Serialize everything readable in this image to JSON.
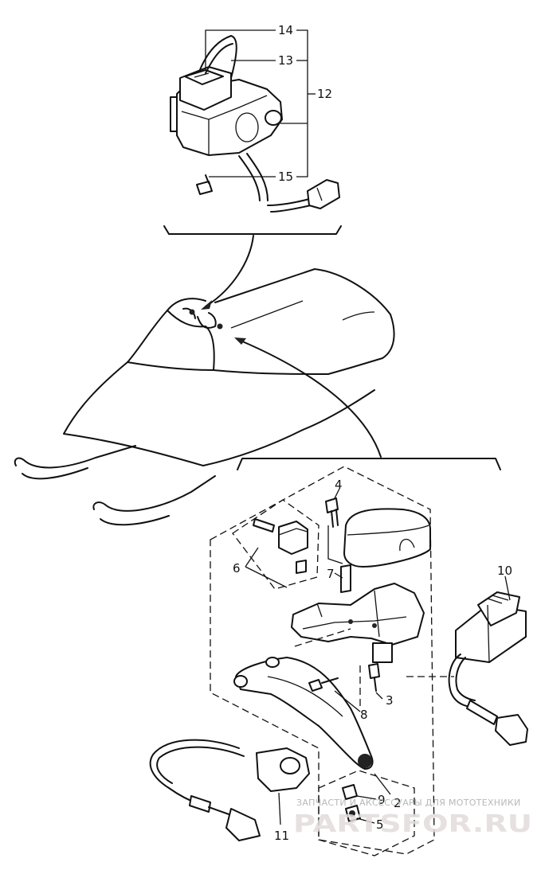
{
  "callouts": {
    "c14": "14",
    "c13": "13",
    "c12": "12",
    "c15": "15",
    "c4": "4",
    "c6": "6",
    "c7": "7",
    "c10": "10",
    "c3": "3",
    "c8": "8",
    "c2": "2",
    "c9": "9",
    "c5": "5",
    "c11": "11"
  },
  "watermark": {
    "tagline": "ЗАПЧАСТИ И АКСЕССУАРЫ ДЛЯ МОТОТЕХНИКИ",
    "logo": "PARTSFOR.RU"
  },
  "colors": {
    "ink": "#111111",
    "watermark_logo": "#e3dada",
    "watermark_text": "#b8b8b8"
  }
}
